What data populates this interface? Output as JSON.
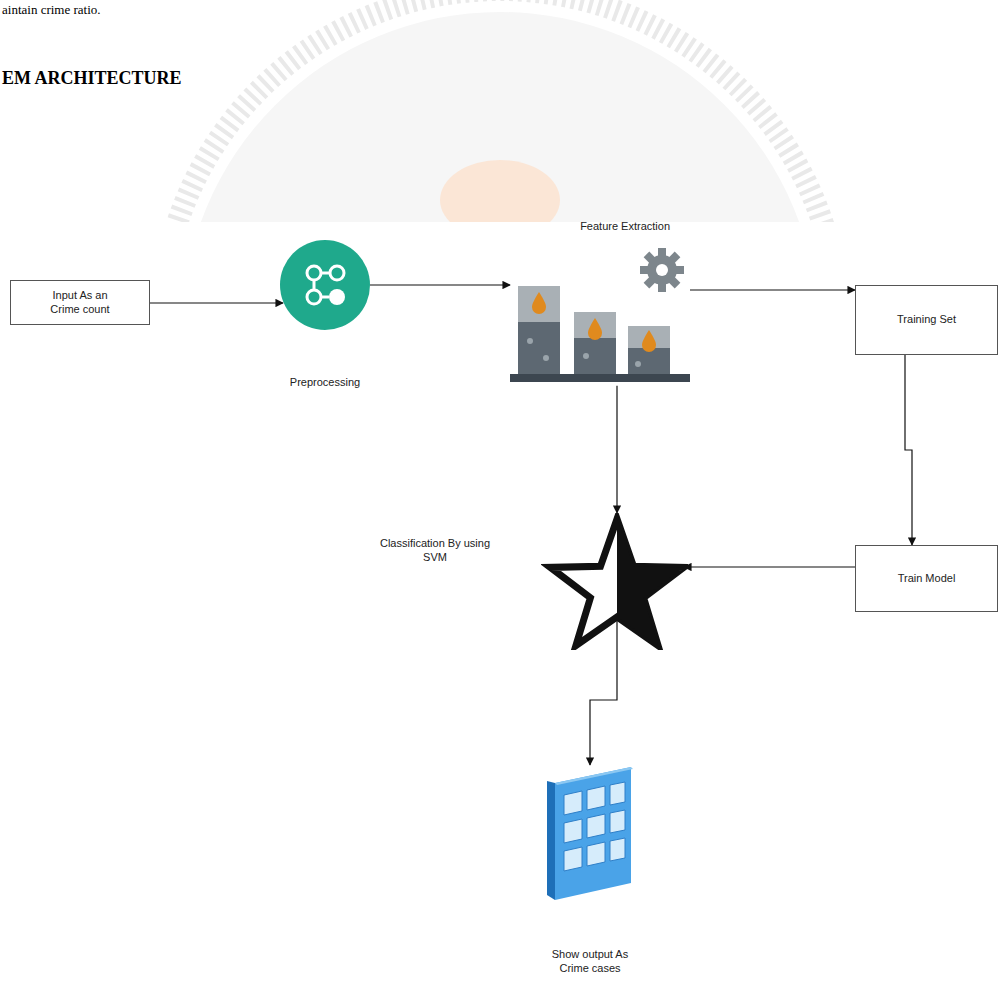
{
  "diagram": {
    "title": "EM ARCHITECTURE",
    "nodes": [
      {
        "text": [
          "Input As an Crime count"
        ]
      },
      {
        "text": [
          "Preprocessing"
        ]
      },
      {
        "text": [
          "Feature Extraction"
        ]
      },
      {
        "text": [
          "Training Set"
        ]
      },
      {
        "text": [
          "Classification By using SVM"
        ]
      },
      {
        "text": [
          "Train Model"
        ]
      },
      {
        "text": [
          "Show output As Crime cases"
        ]
      }
    ],
    "edges": [
      {
        "from": 0,
        "to": 1,
        "arrow": "to"
      },
      {
        "from": 1,
        "to": 2,
        "arrow": "to"
      },
      {
        "from": 2,
        "to": 3,
        "arrow": "to"
      },
      {
        "from": 3,
        "to": 5,
        "arrow": "to"
      },
      {
        "from": 5,
        "to": 4,
        "arrow": "to"
      },
      {
        "from": 2,
        "to": 4,
        "arrow": "to"
      },
      {
        "from": 4,
        "to": 6,
        "arrow": "to"
      }
    ],
    "labels": [
      "aintain crime ratio."
    ]
  }
}
